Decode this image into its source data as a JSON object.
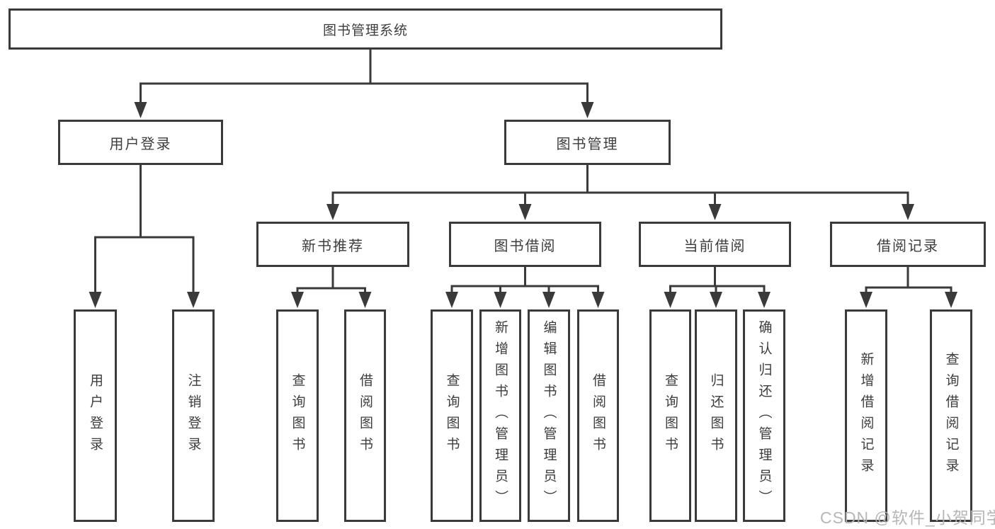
{
  "diagram": {
    "root": {
      "label": "图书管理系统"
    },
    "level1": [
      {
        "label": "用户登录"
      },
      {
        "label": "图书管理"
      }
    ],
    "level2": [
      {
        "label": "新书推荐",
        "parent": "图书管理"
      },
      {
        "label": "图书借阅",
        "parent": "图书管理"
      },
      {
        "label": "当前借阅",
        "parent": "图书管理"
      },
      {
        "label": "借阅记录",
        "parent": "图书管理"
      }
    ],
    "leaves": [
      {
        "label": "用户登录",
        "parent": "用户登录"
      },
      {
        "label": "注销登录",
        "parent": "用户登录"
      },
      {
        "label": "查询图书",
        "parent": "新书推荐"
      },
      {
        "label": "借阅图书",
        "parent": "新书推荐"
      },
      {
        "label": "查询图书",
        "parent": "图书借阅"
      },
      {
        "label": "新增图书（管理员）",
        "parent": "图书借阅"
      },
      {
        "label": "编辑图书（管理员）",
        "parent": "图书借阅"
      },
      {
        "label": "借阅图书",
        "parent": "图书借阅"
      },
      {
        "label": "查询图书",
        "parent": "当前借阅"
      },
      {
        "label": "归还图书",
        "parent": "当前借阅"
      },
      {
        "label": "确认归还（管理员）",
        "parent": "当前借阅"
      },
      {
        "label": "新增借阅记录",
        "parent": "借阅记录"
      },
      {
        "label": "查询借阅记录",
        "parent": "借阅记录"
      }
    ]
  },
  "watermark": {
    "text": "CSDN @软件_小贺同学"
  },
  "colors": {
    "line": "#3a3a3a",
    "text": "#3d3d3d",
    "background": "#ffffff",
    "watermark": "#b2b2b2"
  }
}
